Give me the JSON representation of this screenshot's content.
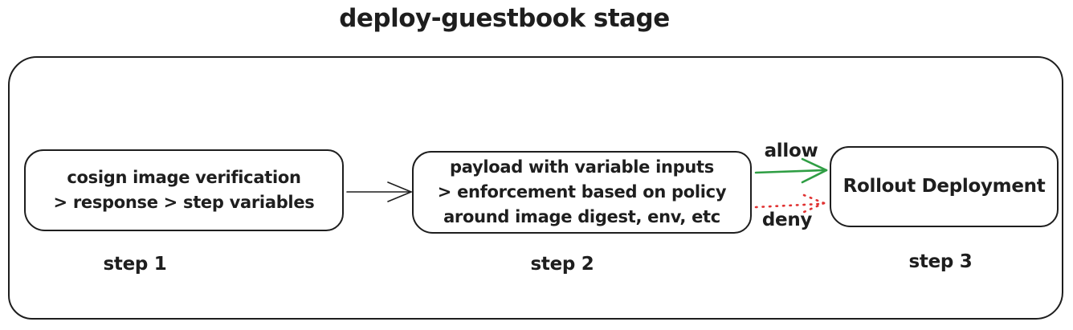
{
  "title": "deploy-guestbook stage",
  "colors": {
    "ink": "#1e1e1e",
    "background": "#ffffff",
    "allow": "#2f9e44",
    "deny": "#e03131"
  },
  "stage": {
    "nodes": [
      {
        "step": "step 1",
        "lines": [
          "cosign image verification",
          "> response > step variables"
        ]
      },
      {
        "step": "step 2",
        "lines": [
          "payload with variable inputs",
          "> enforcement based on policy",
          "around image digest, env, etc"
        ]
      },
      {
        "step": "step 3",
        "lines": [
          "Rollout Deployment"
        ]
      }
    ],
    "edges": [
      {
        "from": "step 1",
        "to": "step 2",
        "label": "",
        "style": "solid",
        "color": "#1e1e1e"
      },
      {
        "from": "step 2",
        "to": "step 3",
        "label": "allow",
        "style": "solid",
        "color": "#2f9e44"
      },
      {
        "from": "step 2",
        "to": "step 3",
        "label": "deny",
        "style": "dotted",
        "color": "#e03131"
      }
    ]
  }
}
